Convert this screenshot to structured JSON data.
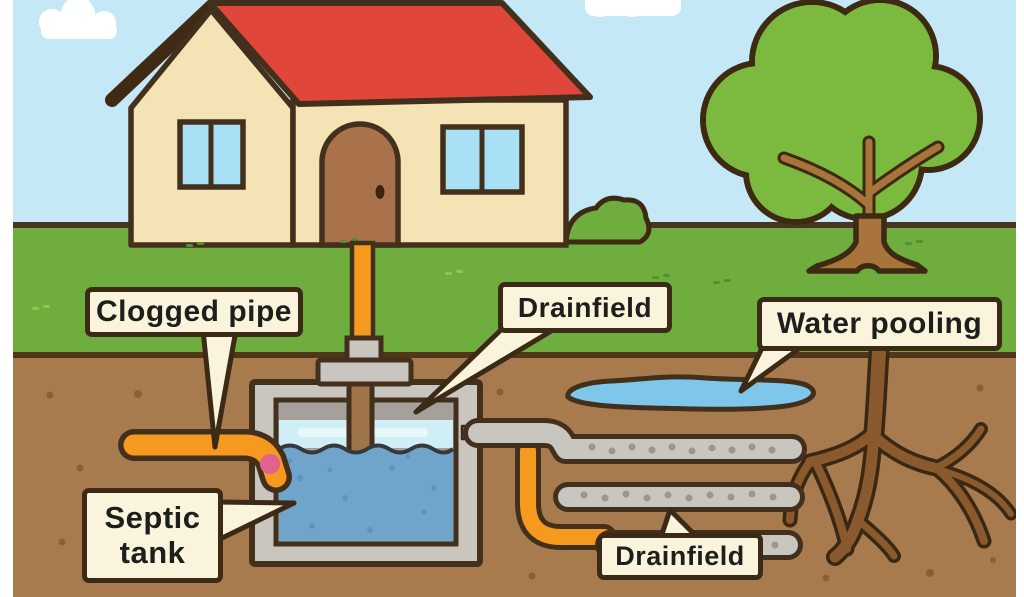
{
  "diagram": {
    "labels": {
      "clogged_pipe": "Clogged pipe",
      "drainfield_top": "Drainfield",
      "water_pooling": "Water pooling",
      "septic_tank": "Septic tank",
      "drainfield_bottom": "Drainfield"
    },
    "colors": {
      "sky": "#c5e8f7",
      "grass": "#6fae3e",
      "dirt": "#a87b4e",
      "outline": "#43301c",
      "roof_red": "#e0473a",
      "wall_cream": "#f4e3b5",
      "door_brown": "#a9724a",
      "window_blue": "#a8e0f5",
      "pipe_orange": "#f59a1f",
      "tank_gray": "#c9c5bf",
      "tank_headspace": "#a5a19a",
      "scum_band": "#cfeef6",
      "water_blue": "#6fa5ca",
      "puddle_blue": "#7ec7ea",
      "clog_pink": "#e0628f",
      "tree_green": "#7cb93f",
      "trunk_brown": "#a9743c",
      "root_brown": "#8a5a2e",
      "label_bg": "#faf4dd",
      "label_border": "#3a2a16"
    }
  }
}
